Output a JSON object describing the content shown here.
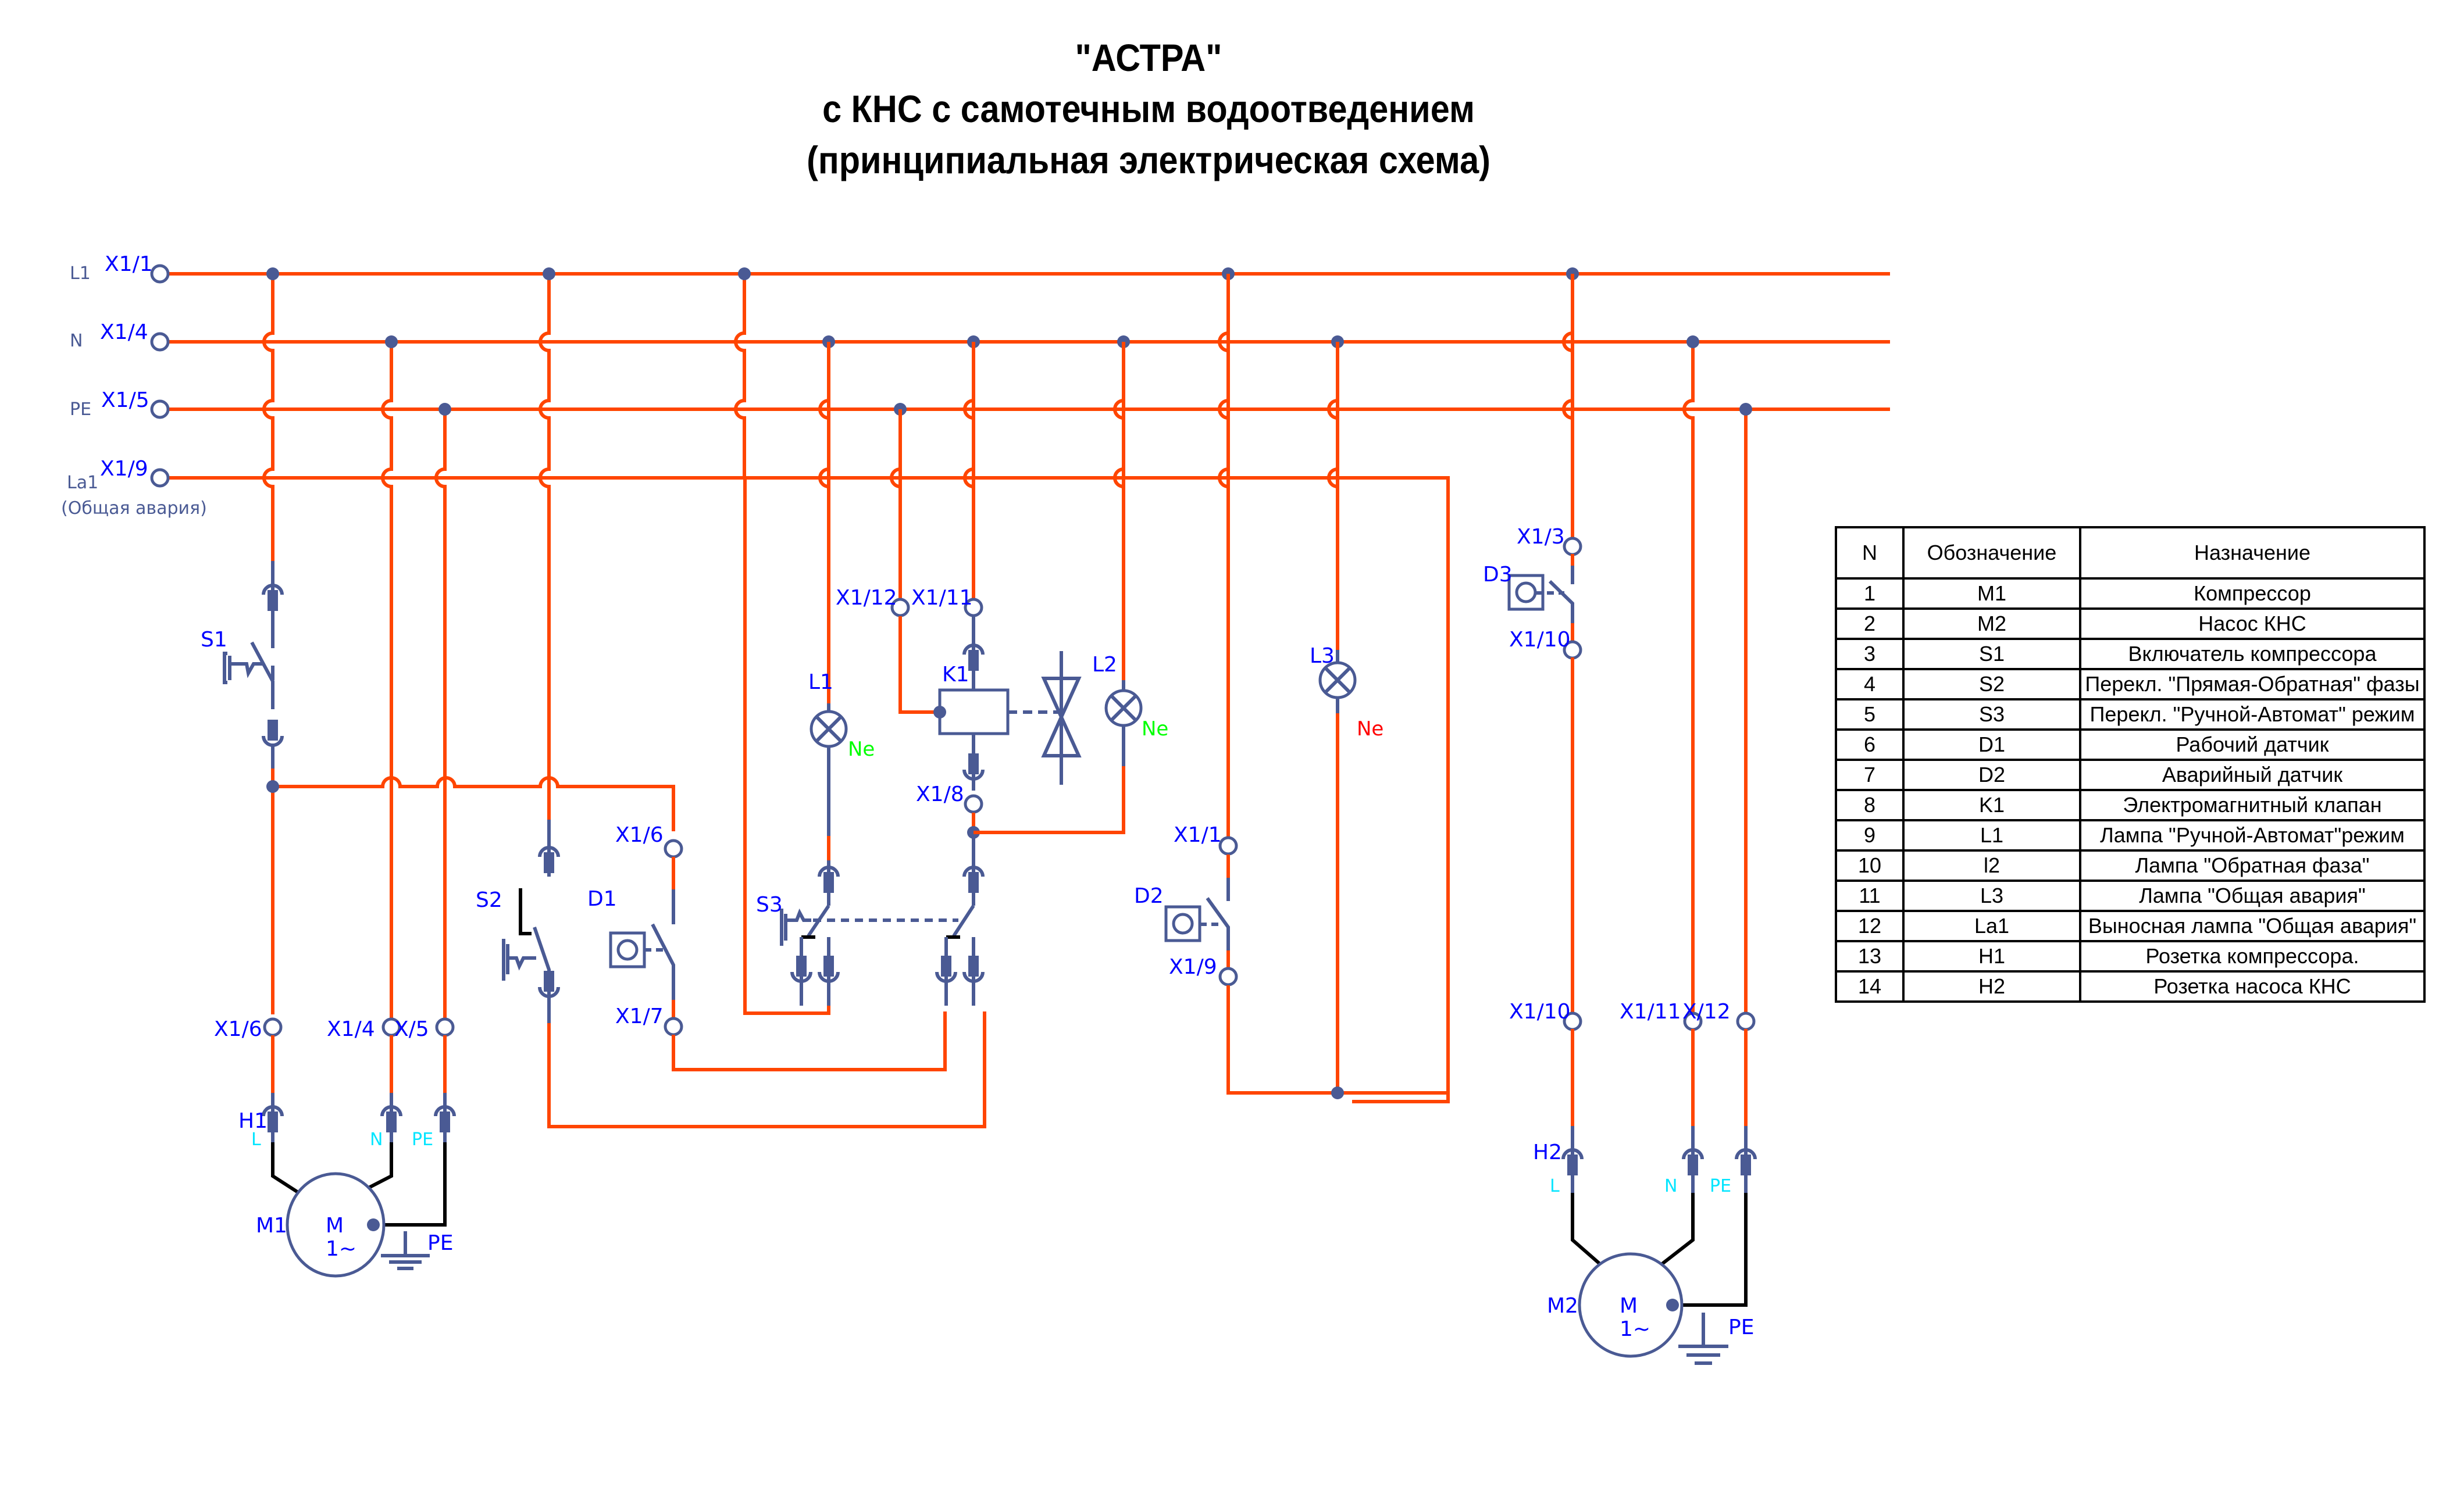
{
  "title": {
    "line1": "\"АСТРА\"",
    "line2": "с КНС с самотечным водоотведением",
    "line3": "(принципиальная электрическая схема)"
  },
  "colors": {
    "wire": "#ff4500",
    "component": "#4a5a94",
    "label": "#0000ff",
    "lamp_ne_green": "#00ff00",
    "lamp_ne_red": "#ff0000",
    "pin_label": "#00e5ff"
  },
  "buses": [
    {
      "name": "L1",
      "terminal": "X1/1"
    },
    {
      "name": "N",
      "terminal": "X1/4"
    },
    {
      "name": "PE",
      "terminal": "X1/5"
    },
    {
      "name": "La1",
      "terminal": "X1/9",
      "note": "(Общая авария)"
    }
  ],
  "labels": {
    "S1": "S1",
    "S2": "S2",
    "S3": "S3",
    "D1": "D1",
    "D2": "D2",
    "D3": "D3",
    "K1": "K1",
    "L1": "L1",
    "L2": "L2",
    "L3": "L3",
    "H1": "H1",
    "H2": "H2",
    "M1": "M1",
    "M2": "M2",
    "motor_M": "M",
    "motor_phase": "1~",
    "ne": "Ne",
    "pe_ground": "PE",
    "pin_L": "L",
    "pin_N": "N",
    "pin_PE": "PE"
  },
  "terminals": {
    "x1_12": "X1/12",
    "x1_11": "X1/11",
    "x1_8": "X1/8",
    "x1_6a": "X1/6",
    "x1_7": "X1/7",
    "x1_1b": "X1/1",
    "x1_9b": "X1/9",
    "x1_3": "X1/3",
    "x1_10a": "X1/10",
    "x1_6b": "X1/6",
    "x1_4b": "X1/4",
    "x_5": "X/5",
    "x1_10b": "X1/10",
    "x1_11b": "X1/11",
    "x_12": "X/12"
  },
  "legend": {
    "headers": [
      "N",
      "Обозначение",
      "Назначение"
    ],
    "rows": [
      [
        "1",
        "M1",
        "Компрессор"
      ],
      [
        "2",
        "M2",
        "Насос КНС"
      ],
      [
        "3",
        "S1",
        "Включатель компрессора"
      ],
      [
        "4",
        "S2",
        "Перекл. \"Прямая-Обратная\" фазы"
      ],
      [
        "5",
        "S3",
        "Перекл. \"Ручной-Автомат\" режим"
      ],
      [
        "6",
        "D1",
        "Рабочий датчик"
      ],
      [
        "7",
        "D2",
        "Аварийный датчик"
      ],
      [
        "8",
        "K1",
        "Электромагнитный клапан"
      ],
      [
        "9",
        "L1",
        "Лампа \"Ручной-Автомат\"режим"
      ],
      [
        "10",
        "l2",
        "Лампа \"Обратная фаза\""
      ],
      [
        "11",
        "L3",
        "Лампа \"Общая авария\""
      ],
      [
        "12",
        "La1",
        "Выносная лампа \"Общая авария\""
      ],
      [
        "13",
        "H1",
        "Розетка компрессора."
      ],
      [
        "14",
        "H2",
        "Розетка насоса КНС"
      ]
    ]
  }
}
